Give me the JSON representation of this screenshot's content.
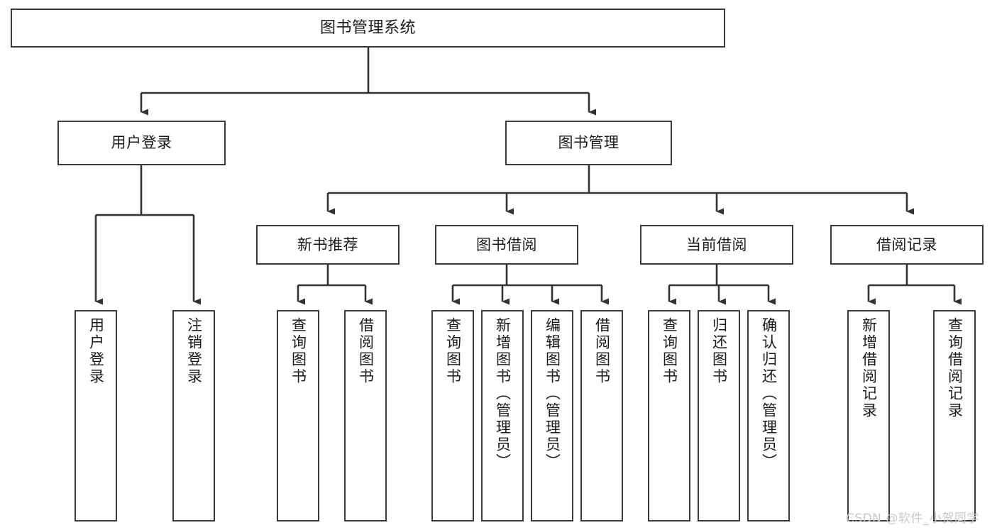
{
  "diagram": {
    "title": "图书管理系统",
    "type": "functional-structure-tree",
    "watermark": "CSDN @软件_小贺同学",
    "colors": {
      "node_border": "#3a3a3a",
      "node_fill": "#ffffff",
      "edge": "#333333",
      "text": "#1a1a1a",
      "watermark": "#c9c9c9",
      "background": "#ffffff"
    },
    "nodes": {
      "root": {
        "label": "图书管理系统",
        "level": 1
      },
      "level2": [
        {
          "id": "user-login",
          "label": "用户登录"
        },
        {
          "id": "book-manage",
          "label": "图书管理"
        }
      ],
      "level3": [
        {
          "id": "new-book-recommend",
          "label": "新书推荐"
        },
        {
          "id": "book-borrow",
          "label": "图书借阅"
        },
        {
          "id": "current-borrow",
          "label": "当前借阅"
        },
        {
          "id": "borrow-record",
          "label": "借阅记录"
        }
      ],
      "leaves": {
        "user-login": [
          {
            "id": "leaf-user-login",
            "label": "用户登录"
          },
          {
            "id": "leaf-logout-login",
            "label": "注销登录"
          }
        ],
        "new-book-recommend": [
          {
            "id": "leaf-query-book-1",
            "label": "查询图书"
          },
          {
            "id": "leaf-borrow-book-1",
            "label": "借阅图书"
          }
        ],
        "book-borrow": [
          {
            "id": "leaf-query-book-2",
            "label": "查询图书"
          },
          {
            "id": "leaf-add-book",
            "label": "新增图书（管理员）"
          },
          {
            "id": "leaf-edit-book",
            "label": "编辑图书（管理员）"
          },
          {
            "id": "leaf-borrow-book-2",
            "label": "借阅图书"
          }
        ],
        "current-borrow": [
          {
            "id": "leaf-query-book-3",
            "label": "查询图书"
          },
          {
            "id": "leaf-return-book",
            "label": "归还图书"
          },
          {
            "id": "leaf-confirm-return",
            "label": "确认归还（管理员）"
          }
        ],
        "borrow-record": [
          {
            "id": "leaf-add-record",
            "label": "新增借阅记录"
          },
          {
            "id": "leaf-query-record",
            "label": "查询借阅记录"
          }
        ]
      }
    }
  }
}
